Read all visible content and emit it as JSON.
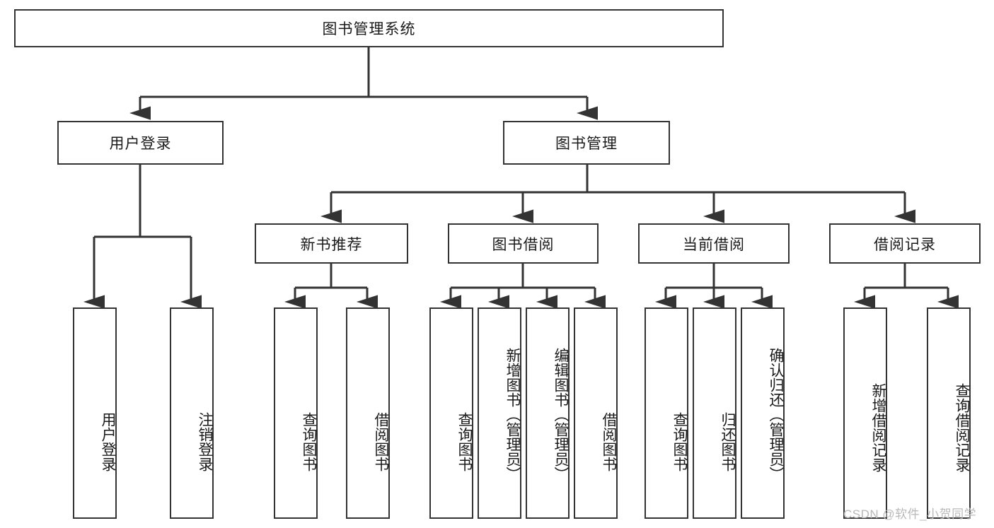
{
  "diagram": {
    "title": "图书管理系统",
    "type": "tree-hierarchy-chart",
    "root": {
      "label": "图书管理系统"
    },
    "level2": [
      {
        "label": "用户登录"
      },
      {
        "label": "图书管理"
      }
    ],
    "level3": [
      {
        "label": "新书推荐"
      },
      {
        "label": "图书借阅"
      },
      {
        "label": "当前借阅"
      },
      {
        "label": "借阅记录"
      }
    ],
    "leaves": {
      "user_login": [
        {
          "label": "用户登录"
        },
        {
          "label": "注销登录"
        }
      ],
      "new_book_recommend": [
        {
          "label": "查询图书"
        },
        {
          "label": "借阅图书"
        }
      ],
      "book_borrow": [
        {
          "label": "查询图书"
        },
        {
          "label": "新增图书（管理员）"
        },
        {
          "label": "编辑图书（管理员）"
        },
        {
          "label": "借阅图书"
        }
      ],
      "current_borrow": [
        {
          "label": "查询图书"
        },
        {
          "label": "归还图书"
        },
        {
          "label": "确认归还（管理员）"
        }
      ],
      "borrow_records": [
        {
          "label": "新增借阅记录"
        },
        {
          "label": "查询借阅记录"
        }
      ]
    }
  },
  "watermark": {
    "text": "CSDN @软件_小贺同学"
  },
  "colors": {
    "stroke": "#333333",
    "background": "#ffffff",
    "text": "#1a1a1a",
    "watermark": "#b9b9b9"
  }
}
